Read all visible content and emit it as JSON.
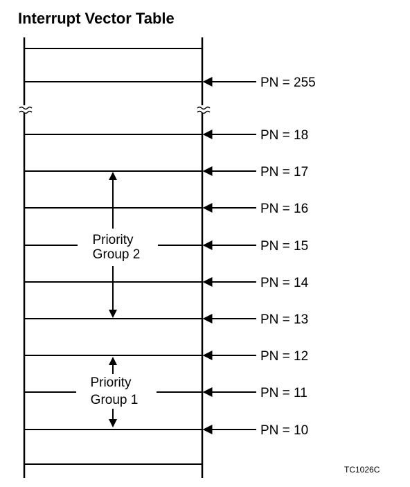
{
  "title": "Interrupt Vector Table",
  "figure_code": "TC1026C",
  "pointers": [
    {
      "label": "PN = 255"
    },
    {
      "label": "PN = 18"
    },
    {
      "label": "PN = 17"
    },
    {
      "label": "PN = 16"
    },
    {
      "label": "PN = 15"
    },
    {
      "label": "PN = 14"
    },
    {
      "label": "PN = 13"
    },
    {
      "label": "PN = 12"
    },
    {
      "label": "PN = 11"
    },
    {
      "label": "PN = 10"
    }
  ],
  "groups": [
    {
      "line1": "Priority",
      "line2": "Group 2"
    },
    {
      "line1": "Priority",
      "line2": "Group 1"
    }
  ]
}
